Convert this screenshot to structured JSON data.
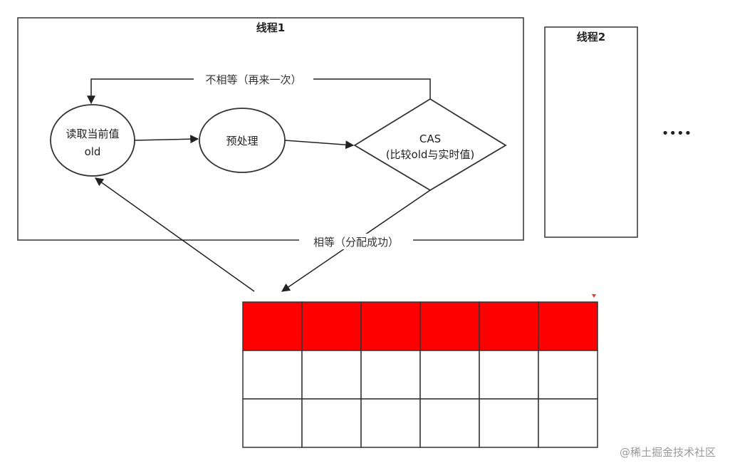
{
  "thread1": {
    "title": "线程1",
    "nodes": {
      "read": {
        "line1": "读取当前值",
        "line2": "old"
      },
      "preprocess": {
        "label": "预处理"
      },
      "cas": {
        "line1": "CAS",
        "line2": "(比较old与实时值)"
      }
    },
    "edges": {
      "not_equal": "不相等（再来一次）",
      "equal": "相等（分配成功）"
    }
  },
  "thread2": {
    "title": "线程2"
  },
  "ellipsis": "••••",
  "grid": {
    "rows": 3,
    "cols": 6,
    "filled_rows": [
      0
    ],
    "fill_color": "#ff0000"
  },
  "watermark": "@稀土掘金技术社区",
  "colors": {
    "stroke": "#333333",
    "arrow": "#222222",
    "marker": "#e53935"
  }
}
